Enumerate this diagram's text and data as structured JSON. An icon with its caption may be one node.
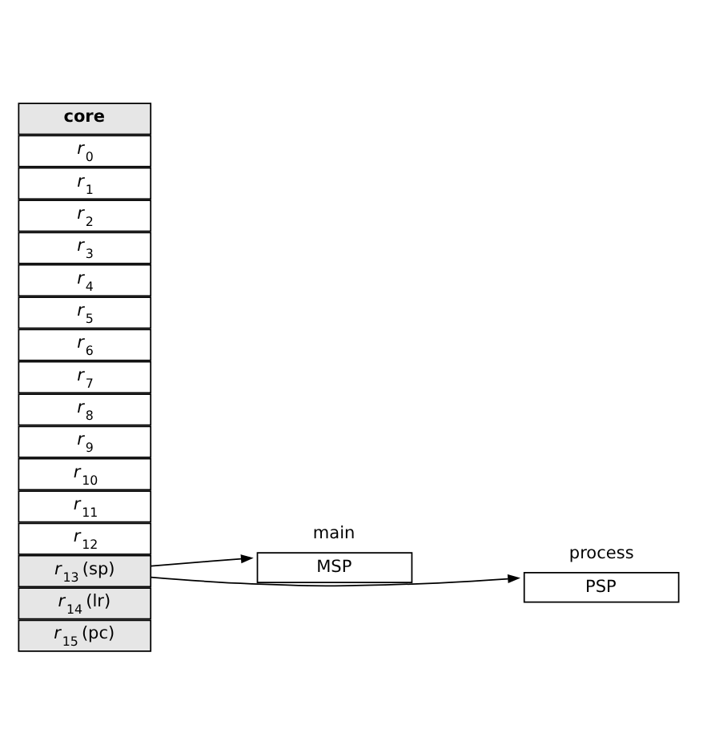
{
  "diagram": {
    "nodes": [
      {
        "text": [
          "core"
        ]
      },
      {
        "text": [
          "*r*$_{0}$"
        ]
      },
      {
        "text": [
          "*r*$_{1}$"
        ]
      },
      {
        "text": [
          "*r*$_{2}$"
        ]
      },
      {
        "text": [
          "*r*$_{3}$"
        ]
      },
      {
        "text": [
          "*r*$_{4}$"
        ]
      },
      {
        "text": [
          "*r*$_{5}$"
        ]
      },
      {
        "text": [
          "*r*$_{6}$"
        ]
      },
      {
        "text": [
          "*r*$_{7}$"
        ]
      },
      {
        "text": [
          "*r*$_{8}$"
        ]
      },
      {
        "text": [
          "*r*$_{9}$"
        ]
      },
      {
        "text": [
          "*r*$_{10}$"
        ]
      },
      {
        "text": [
          "*r*$_{11}$"
        ]
      },
      {
        "text": [
          "*r*$_{12}$"
        ]
      },
      {
        "text": [
          "*r*$_{13}$ (sp)"
        ]
      },
      {
        "text": [
          "*r*$_{14}$ (lr)"
        ]
      },
      {
        "text": [
          "*r*$_{15}$ (pc)"
        ]
      },
      {
        "text": [
          "main",
          "MSP"
        ]
      },
      {
        "text": [
          "process",
          "PSP"
        ]
      }
    ],
    "edges": [
      {
        "from": 14,
        "to": 17,
        "arrow": "to"
      },
      {
        "from": 14,
        "to": 18,
        "arrow": "to"
      }
    ]
  }
}
